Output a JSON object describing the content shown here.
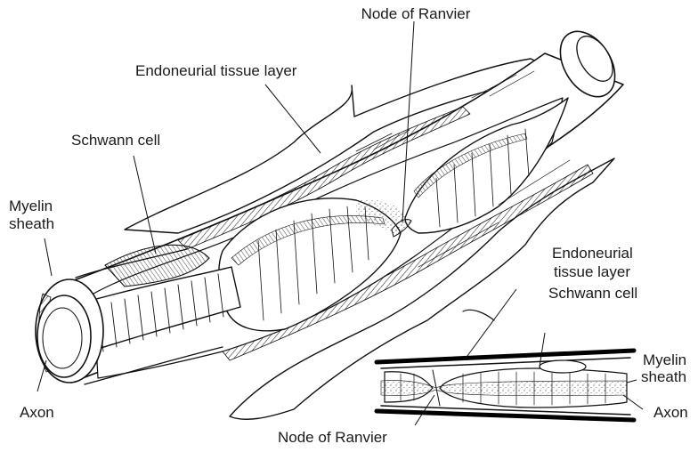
{
  "labels": {
    "node_of_ranvier_top": "Node of Ranvier",
    "endoneurial_top": "Endoneurial tissue layer",
    "schwann_cell_top": "Schwann cell",
    "myelin_sheath_left": [
      "Myelin",
      "sheath"
    ],
    "axon_left": "Axon",
    "endoneurial_small": [
      "Endoneurial",
      "tissue layer"
    ],
    "schwann_cell_small": "Schwann cell",
    "myelin_sheath_small": [
      "Myelin",
      "sheath"
    ],
    "axon_small": "Axon",
    "node_of_ranvier_bottom": "Node of Ranvier"
  }
}
